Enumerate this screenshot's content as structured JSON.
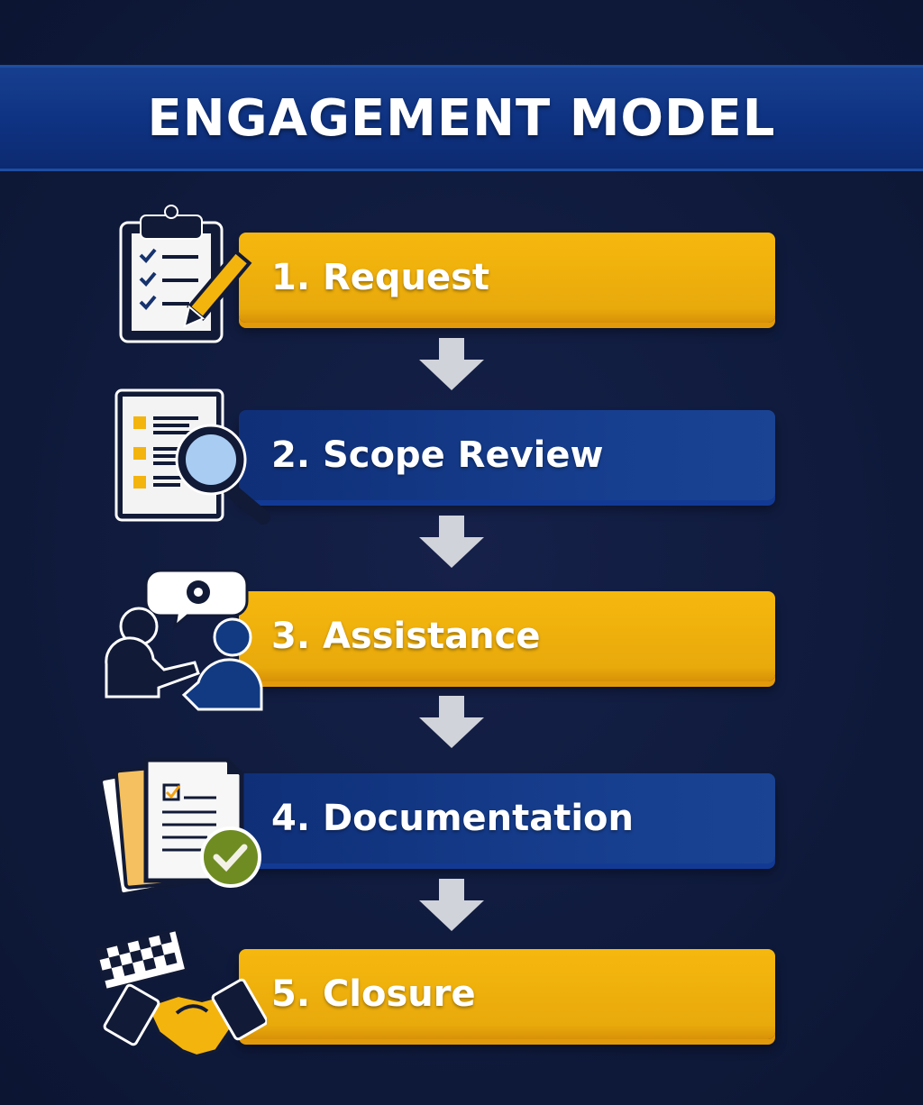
{
  "title": "ENGAGEMENT MODEL",
  "steps": [
    {
      "label": "1. Request",
      "color": "gold",
      "icon": "clipboard-pencil-icon"
    },
    {
      "label": "2. Scope Review",
      "color": "blue",
      "icon": "document-magnifier-icon"
    },
    {
      "label": "3. Assistance",
      "color": "gold",
      "icon": "people-support-icon"
    },
    {
      "label": "4. Documentation",
      "color": "blue",
      "icon": "documents-check-icon"
    },
    {
      "label": "5. Closure",
      "color": "gold",
      "icon": "handshake-flag-icon"
    }
  ],
  "colors": {
    "gold": "#f4b40e",
    "blue": "#133a88",
    "background": "#0f1a3c",
    "arrow": "#d0d3da"
  }
}
